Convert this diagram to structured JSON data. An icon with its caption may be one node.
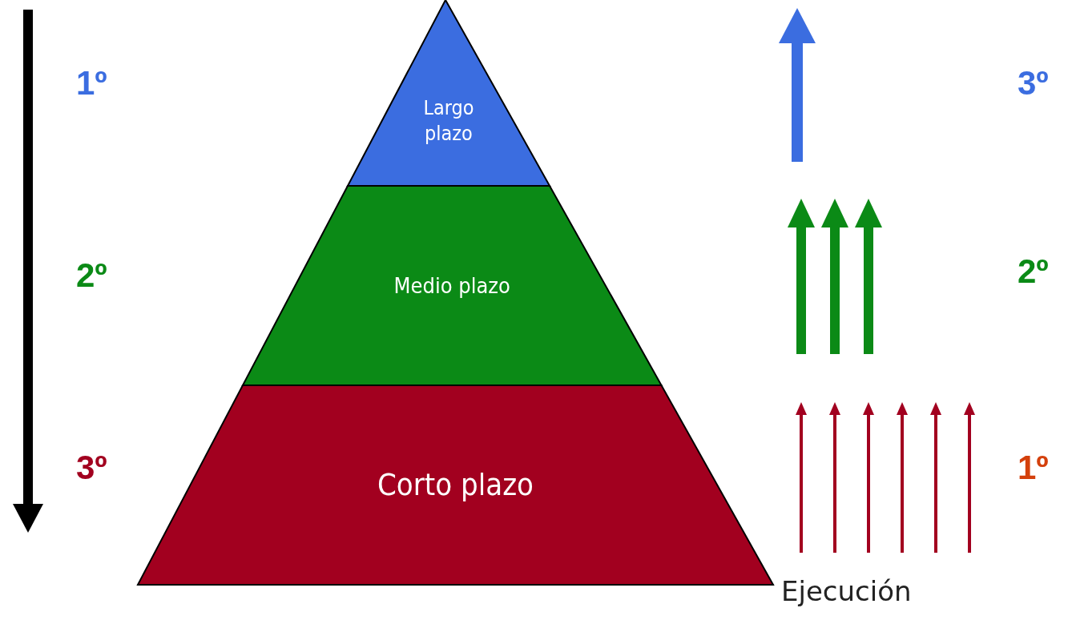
{
  "diagram": {
    "nodes": [
      {
        "text": [
          "Largo plazo"
        ]
      },
      {
        "text": [
          "Medio plazo"
        ]
      },
      {
        "text": [
          "Corto plazo"
        ]
      }
    ],
    "labels": [
      "1º",
      "2º",
      "3º",
      "3º",
      "2º",
      "1º",
      "Ejecución"
    ]
  }
}
